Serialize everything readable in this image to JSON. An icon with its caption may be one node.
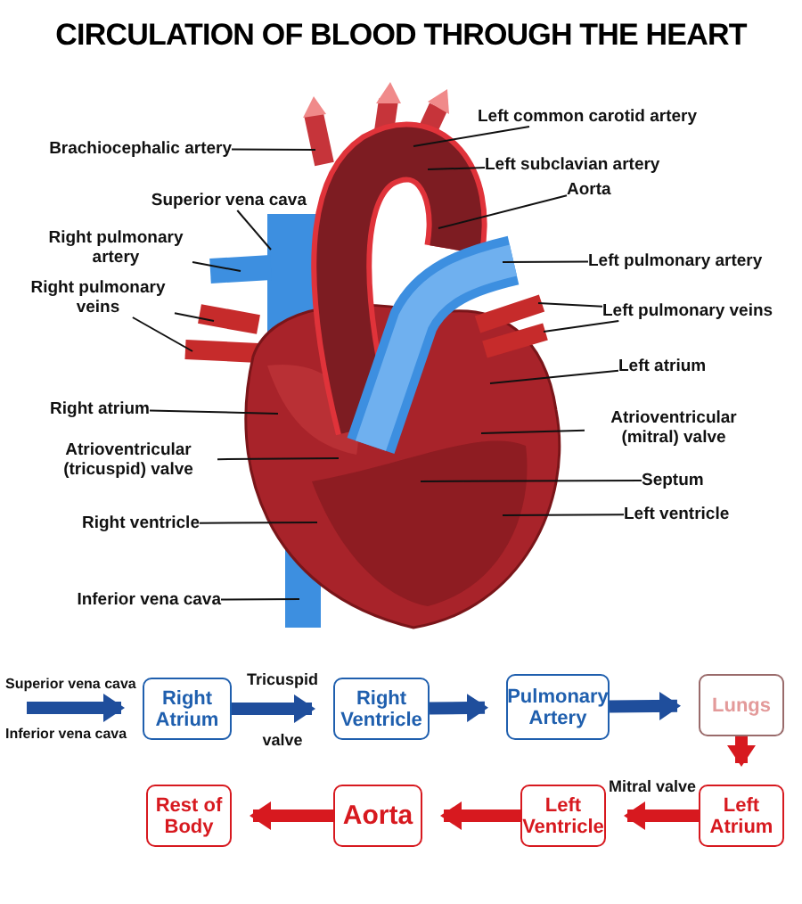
{
  "diagram": {
    "title": "CIRCULATION OF BLOOD THROUGH THE HEART",
    "nodes": [
      {
        "text": [
          "Brachiocephalic artery"
        ]
      },
      {
        "text": [
          "Left common carotid artery"
        ]
      },
      {
        "text": [
          "Left subclavian artery"
        ]
      },
      {
        "text": [
          "Aorta"
        ]
      },
      {
        "text": [
          "Superior vena cava"
        ]
      },
      {
        "text": [
          "Right pulmonary artery"
        ]
      },
      {
        "text": [
          "Left pulmonary artery"
        ]
      },
      {
        "text": [
          "Right pulmonary veins"
        ]
      },
      {
        "text": [
          "Left pulmonary veins"
        ]
      },
      {
        "text": [
          "Left atrium"
        ]
      },
      {
        "text": [
          "Right atrium"
        ]
      },
      {
        "text": [
          "Atrioventricular (tricuspid) valve"
        ]
      },
      {
        "text": [
          "Atrioventricular (mitral) valve"
        ]
      },
      {
        "text": [
          "Septum"
        ]
      },
      {
        "text": [
          "Right ventricle"
        ]
      },
      {
        "text": [
          "Left ventricle"
        ]
      },
      {
        "text": [
          "Inferior vena cava"
        ]
      },
      {
        "text": [
          "Superior vena cava"
        ]
      },
      {
        "text": [
          "Inferior vena cava"
        ]
      },
      {
        "text": [
          "Right Atrium"
        ]
      },
      {
        "text": [
          "Right Ventricle"
        ]
      },
      {
        "text": [
          "Pulmonary Artery"
        ]
      },
      {
        "text": [
          "Lungs"
        ]
      },
      {
        "text": [
          "Left Atrium"
        ]
      },
      {
        "text": [
          "Left Ventricle"
        ]
      },
      {
        "text": [
          "Aorta"
        ]
      },
      {
        "text": [
          "Rest of Body"
        ]
      }
    ],
    "edges": [
      {
        "from": 0,
        "to": null,
        "arrow": "none"
      },
      {
        "from": 1,
        "to": null,
        "arrow": "none"
      },
      {
        "from": 2,
        "to": null,
        "arrow": "none"
      },
      {
        "from": 3,
        "to": null,
        "arrow": "none"
      },
      {
        "from": 4,
        "to": null,
        "arrow": "none"
      },
      {
        "from": 5,
        "to": null,
        "arrow": "none"
      },
      {
        "from": 6,
        "to": null,
        "arrow": "none"
      },
      {
        "from": 7,
        "to": null,
        "arrow": "none"
      },
      {
        "from": 7,
        "to": null,
        "arrow": "none"
      },
      {
        "from": 8,
        "to": null,
        "arrow": "none"
      },
      {
        "from": 8,
        "to": null,
        "arrow": "none"
      },
      {
        "from": 9,
        "to": null,
        "arrow": "none"
      },
      {
        "from": 10,
        "to": null,
        "arrow": "none"
      },
      {
        "from": 11,
        "to": null,
        "arrow": "none"
      },
      {
        "from": 12,
        "to": null,
        "arrow": "none"
      },
      {
        "from": 13,
        "to": null,
        "arrow": "none"
      },
      {
        "from": 14,
        "to": null,
        "arrow": "none"
      },
      {
        "from": 15,
        "to": null,
        "arrow": "none"
      },
      {
        "from": 16,
        "to": null,
        "arrow": "none"
      },
      {
        "from": 17,
        "to": 19,
        "arrow": "to",
        "style": "thick",
        "color": "#1f4e9c"
      },
      {
        "from": 18,
        "to": 19,
        "arrow": "to",
        "style": "thick",
        "color": "#1f4e9c"
      },
      {
        "from": 19,
        "to": 20,
        "arrow": "to",
        "style": "thick",
        "color": "#1f4e9c",
        "label": "Tricuspid valve"
      },
      {
        "from": 20,
        "to": 21,
        "arrow": "to",
        "style": "thick",
        "color": "#1f4e9c"
      },
      {
        "from": 21,
        "to": 22,
        "arrow": "to",
        "style": "thick",
        "color": "#1f4e9c"
      },
      {
        "from": 22,
        "to": 23,
        "arrow": "to",
        "style": "thick",
        "color": "#d7191f"
      },
      {
        "from": 23,
        "to": 24,
        "arrow": "to",
        "style": "thick",
        "color": "#d7191f",
        "label": "Mitral valve"
      },
      {
        "from": 24,
        "to": 25,
        "arrow": "to",
        "style": "thick",
        "color": "#d7191f"
      },
      {
        "from": 25,
        "to": 26,
        "arrow": "to",
        "style": "thick",
        "color": "#d7191f"
      }
    ]
  }
}
